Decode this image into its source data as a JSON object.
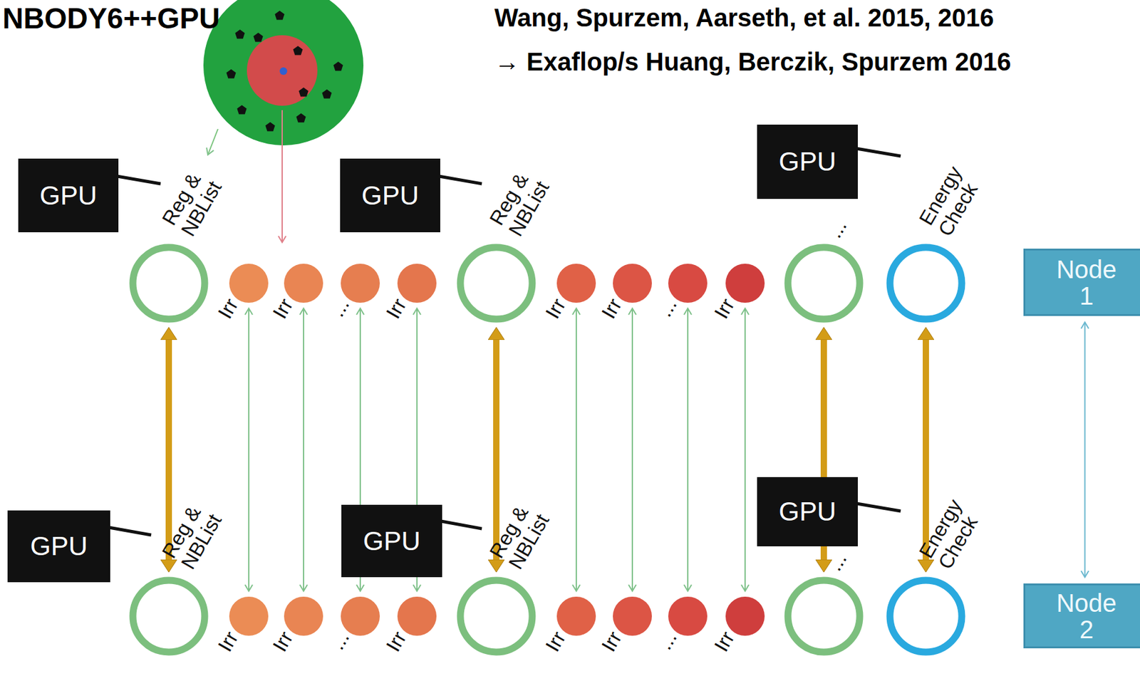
{
  "diagram": {
    "title": "NBODY6++GPU",
    "nodes": [
      {
        "text": [
          "GPU"
        ]
      },
      {
        "text": [
          "Reg & NBList"
        ]
      },
      {
        "text": [
          "Irr"
        ]
      },
      {
        "text": [
          "Irr"
        ]
      },
      {
        "text": [
          "..."
        ]
      },
      {
        "text": [
          "Irr"
        ]
      },
      {
        "text": [
          "GPU"
        ]
      },
      {
        "text": [
          "Reg & NBList"
        ]
      },
      {
        "text": [
          "Irr"
        ]
      },
      {
        "text": [
          "Irr"
        ]
      },
      {
        "text": [
          "..."
        ]
      },
      {
        "text": [
          "Irr"
        ]
      },
      {
        "text": [
          "GPU"
        ]
      },
      {
        "text": [
          "..."
        ]
      },
      {
        "text": [
          "Energy Check"
        ]
      },
      {
        "text": [
          "Node 1"
        ]
      },
      {
        "text": [
          "GPU"
        ]
      },
      {
        "text": [
          "Reg & NBList"
        ]
      },
      {
        "text": [
          "Irr"
        ]
      },
      {
        "text": [
          "Irr"
        ]
      },
      {
        "text": [
          "..."
        ]
      },
      {
        "text": [
          "Irr"
        ]
      },
      {
        "text": [
          "GPU"
        ]
      },
      {
        "text": [
          "Reg & NBList"
        ]
      },
      {
        "text": [
          "Irr"
        ]
      },
      {
        "text": [
          "Irr"
        ]
      },
      {
        "text": [
          "..."
        ]
      },
      {
        "text": [
          "Irr"
        ]
      },
      {
        "text": [
          "GPU"
        ]
      },
      {
        "text": [
          "..."
        ]
      },
      {
        "text": [
          "Energy Check"
        ]
      },
      {
        "text": [
          "Node 2"
        ]
      }
    ],
    "edges": [
      {
        "from": 1,
        "to": 17,
        "arrow": "both"
      },
      {
        "from": 2,
        "to": 18,
        "arrow": "both"
      },
      {
        "from": 3,
        "to": 19,
        "arrow": "both"
      },
      {
        "from": 4,
        "to": 20,
        "arrow": "both"
      },
      {
        "from": 5,
        "to": 21,
        "arrow": "both"
      },
      {
        "from": 7,
        "to": 23,
        "arrow": "both"
      },
      {
        "from": 8,
        "to": 24,
        "arrow": "both"
      },
      {
        "from": 9,
        "to": 25,
        "arrow": "both"
      },
      {
        "from": 10,
        "to": 26,
        "arrow": "both"
      },
      {
        "from": 11,
        "to": 27,
        "arrow": "both"
      },
      {
        "from": 13,
        "to": 29,
        "arrow": "both"
      },
      {
        "from": 14,
        "to": 30,
        "arrow": "both"
      },
      {
        "from": 15,
        "to": 31,
        "arrow": "both"
      }
    ],
    "labels": [
      "Wang, Spurzem, Aarseth, et al. 2015, 2016",
      "→ Exaflop/s Huang, Berczik, Spurzem 2016"
    ]
  }
}
